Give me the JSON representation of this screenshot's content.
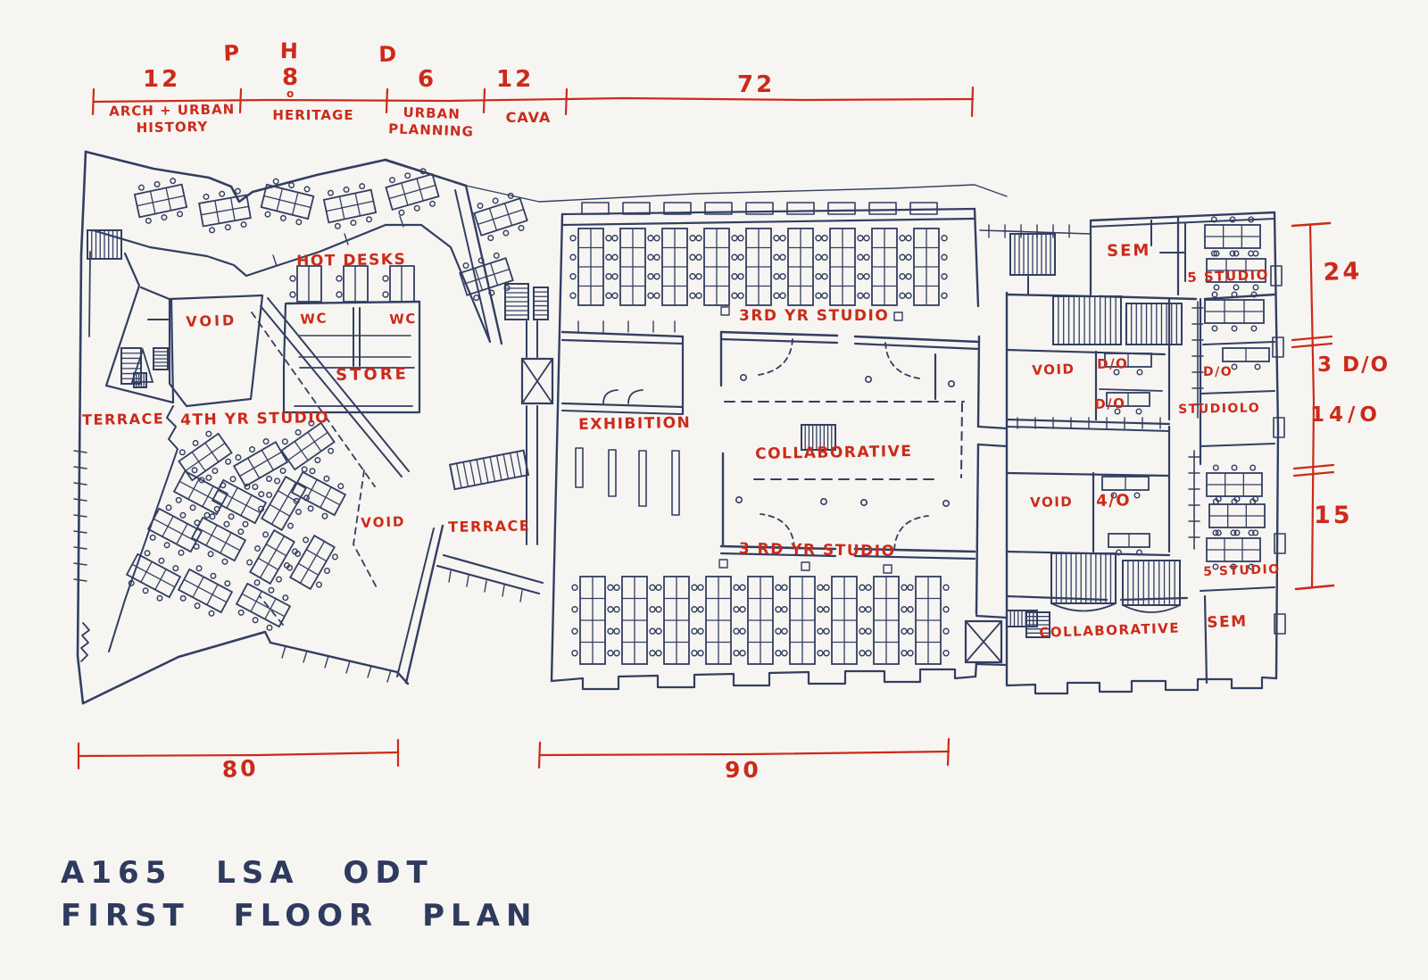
{
  "colors": {
    "paper": "#f6f5f1",
    "ink_blue": "#333e62",
    "ink_red": "#cc2a1a"
  },
  "title_block": {
    "line1": "A165 LSA ODT",
    "line2": "FIRST FLOOR PLAN"
  },
  "top_dimension_chain": {
    "letters": [
      "P",
      "H",
      "D"
    ],
    "sub_mark": "o",
    "segments": [
      {
        "value": "12",
        "label_line1": "ARCH + URBAN",
        "label_line2": "HISTORY"
      },
      {
        "value": "8",
        "label_line1": "HERITAGE",
        "label_line2": ""
      },
      {
        "value": "6",
        "label_line1": "URBAN",
        "label_line2": "PLANNING"
      },
      {
        "value": "12",
        "label_line1": "CAVA",
        "label_line2": ""
      },
      {
        "value": "72",
        "label_line1": "",
        "label_line2": ""
      }
    ]
  },
  "right_dimension_chain": {
    "values": [
      "24",
      "3 D/O",
      "14/O",
      "15"
    ]
  },
  "bottom_dimension_chains": {
    "values": [
      "80",
      "90"
    ]
  },
  "rooms": [
    {
      "text": "HOT DESKS"
    },
    {
      "text": "VOID"
    },
    {
      "text": "WC"
    },
    {
      "text": "WC"
    },
    {
      "text": "STORE"
    },
    {
      "text": "TERRACE"
    },
    {
      "text": "4TH YR STUDIO"
    },
    {
      "text": "EXHIBITION"
    },
    {
      "text": "3RD YR STUDIO"
    },
    {
      "text": "COLLABORATIVE"
    },
    {
      "text": "3 RD YR STUDIO"
    },
    {
      "text": "VOID"
    },
    {
      "text": "TERRACE"
    },
    {
      "text": "SEM"
    },
    {
      "text": "5 STUDIO"
    },
    {
      "text": "VOID"
    },
    {
      "text": "D/O"
    },
    {
      "text": "D/O"
    },
    {
      "text": "D/O"
    },
    {
      "text": "STUDIOLO"
    },
    {
      "text": "VOID"
    },
    {
      "text": "4/O"
    },
    {
      "text": "5 STUDIO"
    },
    {
      "text": "COLLABORATIVE"
    },
    {
      "text": "SEM"
    }
  ]
}
